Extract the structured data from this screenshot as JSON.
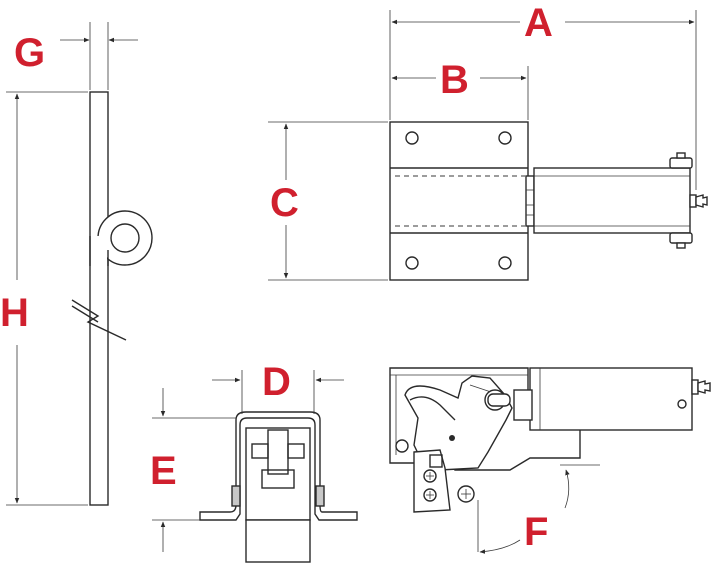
{
  "labels": {
    "a": "A",
    "b": "B",
    "c": "C",
    "d": "D",
    "e": "E",
    "f": "F",
    "g": "G",
    "h": "H"
  },
  "colors": {
    "label": "#d0202e",
    "line": "#2a2a2a",
    "fill_grey": "#c8c8c8"
  }
}
